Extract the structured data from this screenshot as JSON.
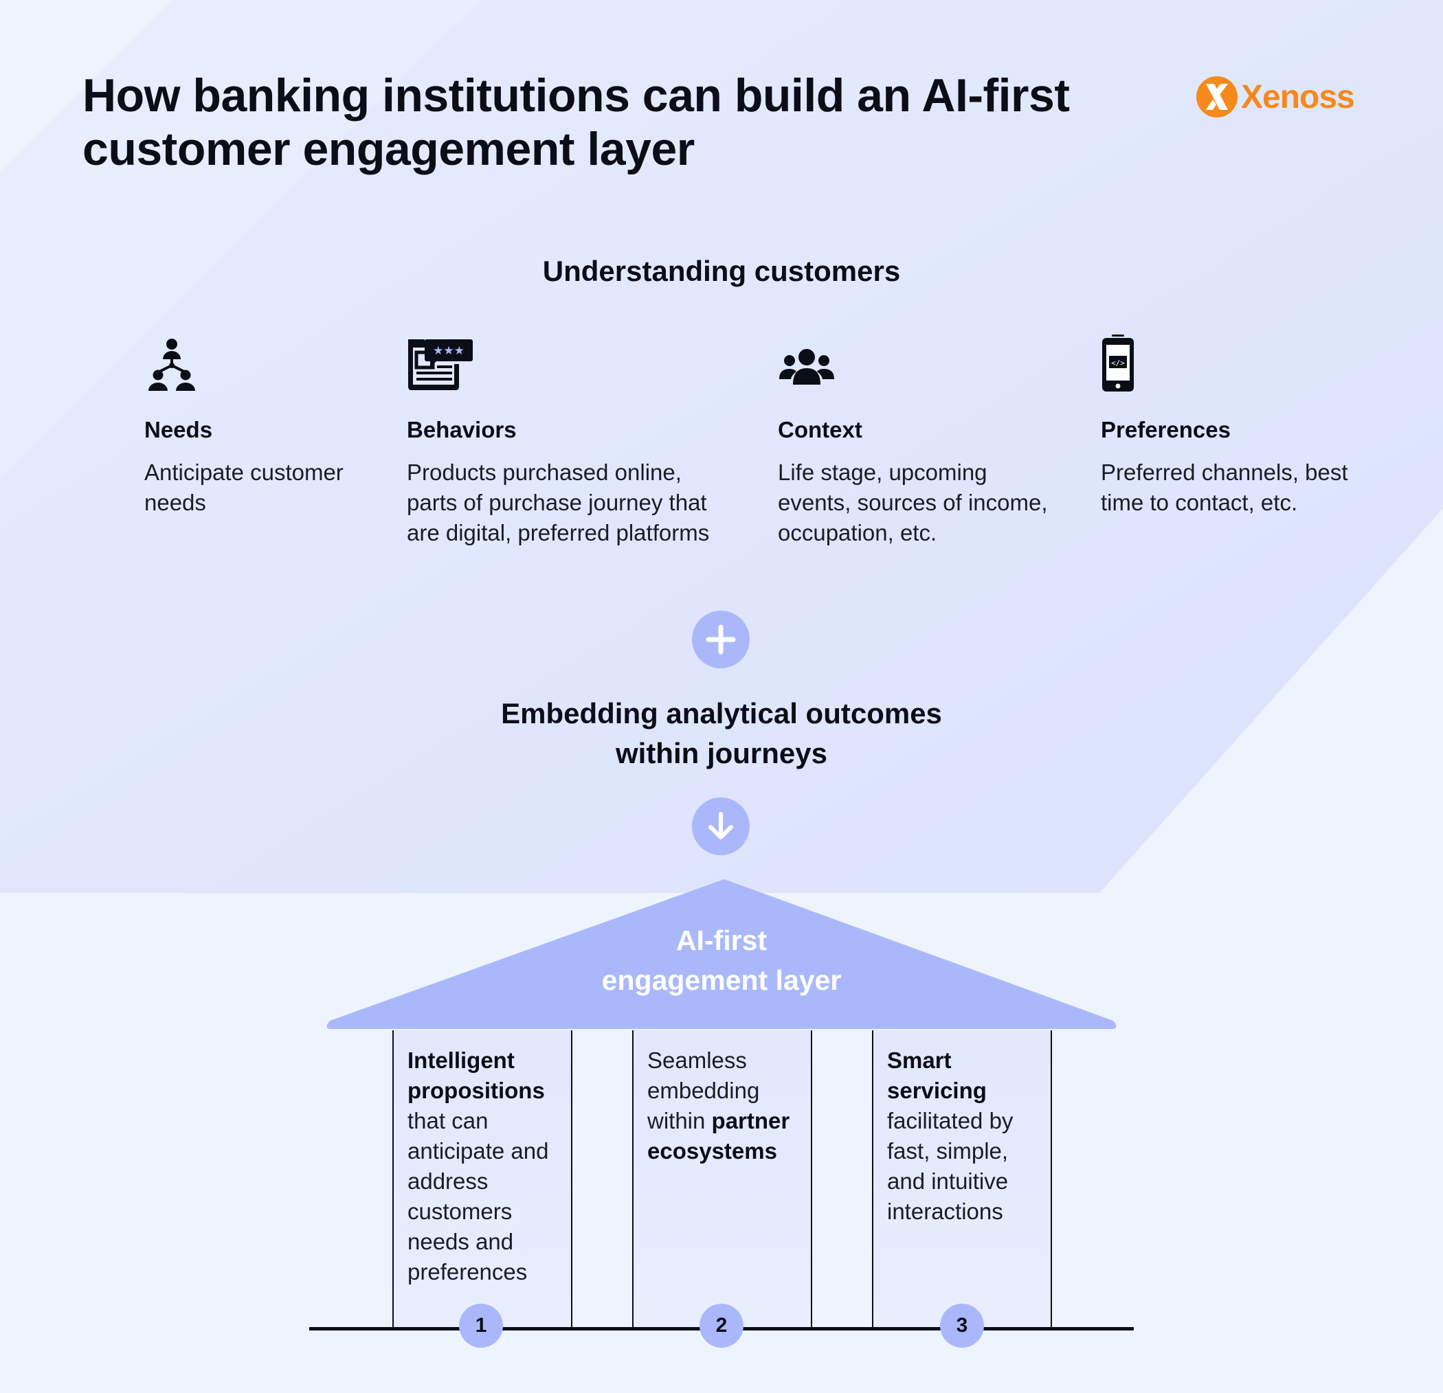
{
  "title_line1": "How banking institutions can build an AI-first",
  "title_line2": "customer engagement layer",
  "brand": {
    "name": "Xenoss",
    "color": "#f5891a"
  },
  "understanding": {
    "title": "Understanding customers",
    "items": [
      {
        "icon": "network-people-icon",
        "title": "Needs",
        "lines": [
          "Anticipate customer",
          "needs"
        ]
      },
      {
        "icon": "review-browser-icon",
        "title": "Behaviors",
        "lines": [
          "Products purchased online,",
          "parts of purchase journey that",
          "are digital, preferred platforms"
        ]
      },
      {
        "icon": "group-icon",
        "title": "Context",
        "lines": [
          "Life stage, upcoming",
          "events, sources of income,",
          "occupation, etc."
        ]
      },
      {
        "icon": "mobile-code-icon",
        "title": "Preferences",
        "lines": [
          "Preferred channels, best",
          "time to contact, etc."
        ]
      }
    ]
  },
  "embedding": {
    "line1": "Embedding analytical outcomes",
    "line2": "within journeys"
  },
  "roof": {
    "line1": "AI-first",
    "line2": "engagement layer"
  },
  "pillars": [
    {
      "number": "1",
      "bold": "Intelligent propositions",
      "rest": " that can anticipate and address customers needs and preferences"
    },
    {
      "number": "2",
      "lead": "Seamless embedding within ",
      "bold": "partner ecosystems"
    },
    {
      "number": "3",
      "bold": "Smart servicing",
      "rest": " facilitated by fast, simple, and intuitive interactions"
    }
  ],
  "colors": {
    "accent": "#aab8fb",
    "text": "#0b0d17",
    "background": "#eef4fe"
  }
}
